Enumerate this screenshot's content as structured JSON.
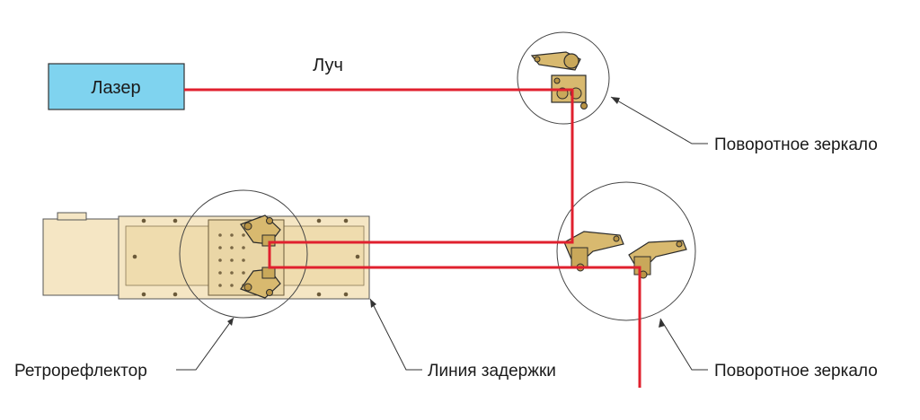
{
  "labels": {
    "laser": "Лазер",
    "beam": "Луч",
    "turning_mirror_1": "Поворотное зеркало",
    "turning_mirror_2": "Поворотное зеркало",
    "retroreflector": "Ретрорефлектор",
    "delay_line": "Линия задержки"
  },
  "colors": {
    "beam": "#e0202e",
    "laser_fill": "#7fd3ef",
    "stage_fill": "#f5e6c4",
    "stage_dark": "#e6cf9d",
    "mount_fill": "#d8b96f",
    "outline": "#2b2b2b"
  }
}
